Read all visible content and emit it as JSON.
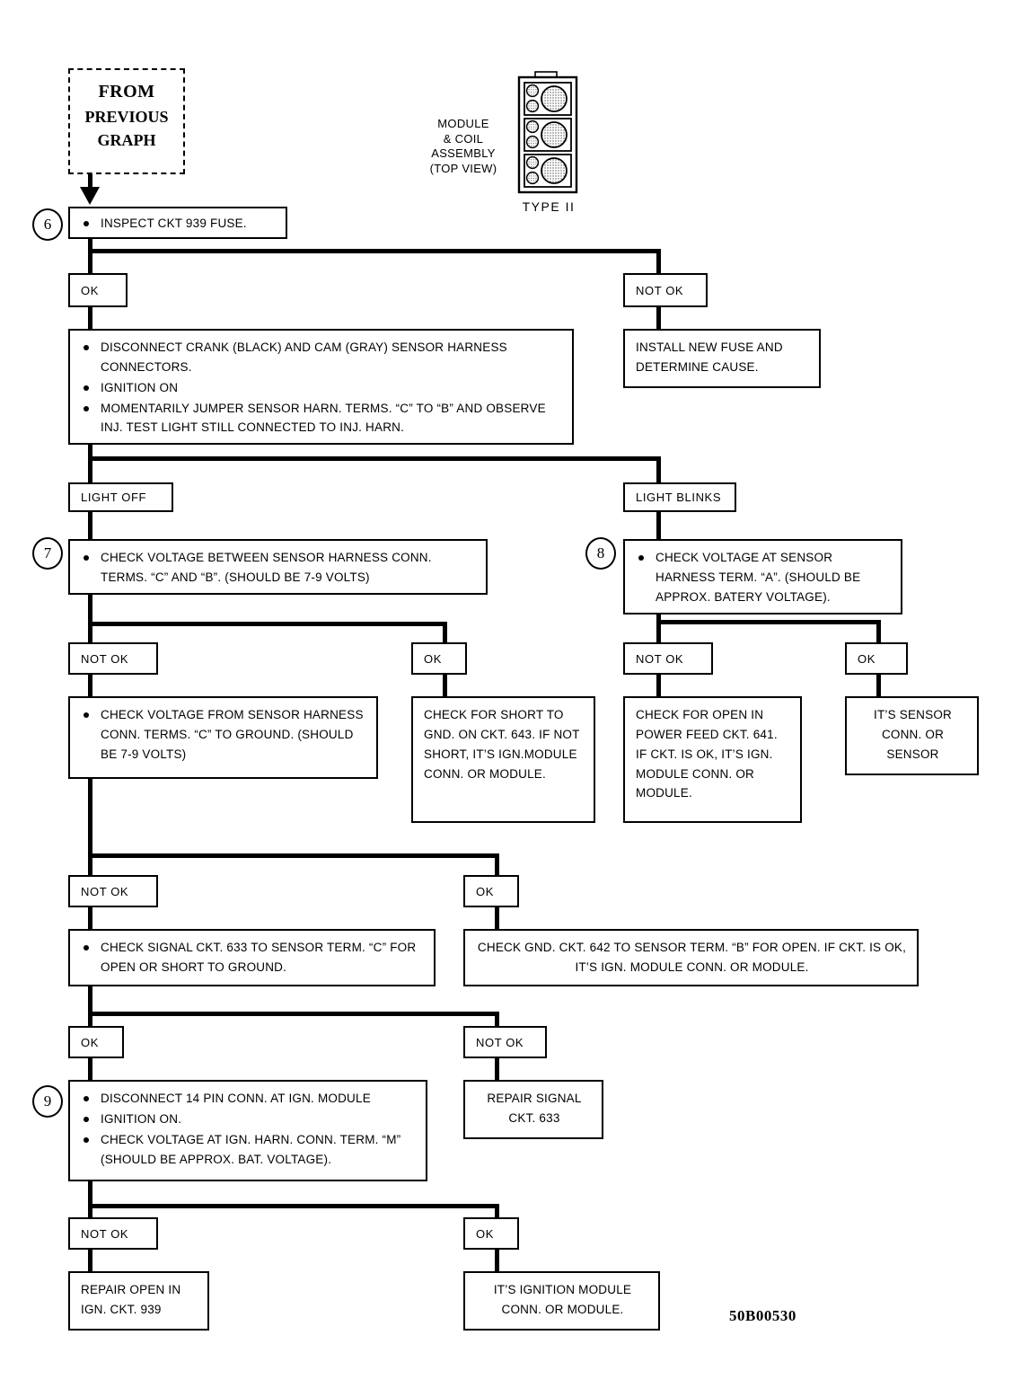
{
  "figure": {
    "code": "50B00530"
  },
  "entry": {
    "line1": "FROM",
    "line2": "PREVIOUS",
    "line3": "GRAPH"
  },
  "illustration": {
    "caption_line1": "MODULE",
    "caption_line2": "& COIL",
    "caption_line3": "ASSEMBLY",
    "caption_line4": "(TOP VIEW)",
    "type_label": "TYPE II"
  },
  "steps": {
    "s6": "6",
    "s7": "7",
    "s8": "8",
    "s9": "9"
  },
  "labels": {
    "ok": "OK",
    "not_ok": "NOT OK",
    "light_off": "LIGHT OFF",
    "light_blinks": "LIGHT BLINKS"
  },
  "nodes": {
    "inspect_fuse": {
      "bullets": [
        "INSPECT CKT 939 FUSE."
      ]
    },
    "install_fuse": {
      "line1": "INSTALL NEW FUSE AND",
      "line2": "DETERMINE CAUSE."
    },
    "disconnect_sensors": {
      "bullets": [
        "DISCONNECT CRANK (BLACK) AND CAM (GRAY) SENSOR HARNESS CONNECTORS.",
        "IGNITION ON",
        "MOMENTARILY JUMPER  SENSOR HARN. TERMS. “C” TO “B” AND OBSERVE INJ. TEST LIGHT STILL CONNECTED TO INJ. HARN."
      ]
    },
    "check_voltage_cb": {
      "bullets": [
        "CHECK VOLTAGE BETWEEN SENSOR HARNESS CONN. TERMS. “C” AND “B”. (SHOULD BE 7-9 VOLTS)"
      ]
    },
    "check_voltage_a": {
      "bullets": [
        "CHECK VOLTAGE AT  SENSOR HARNESS TERM. “A”. (SHOULD BE APPROX. BATERY VOLTAGE)."
      ]
    },
    "check_voltage_ground": {
      "bullets": [
        "CHECK VOLTAGE FROM  SENSOR HARNESS CONN. TERMS. “C” TO GROUND.  (SHOULD BE 7-9 VOLTS)"
      ]
    },
    "check_short_643": {
      "text": "CHECK FOR SHORT TO GND.  ON CKT. 643. IF NOT SHORT, IT’S IGN.MODULE CONN. OR MODULE."
    },
    "check_open_641": {
      "text": "CHECK FOR OPEN IN POWER FEED CKT. 641. IF CKT. IS OK, IT’S IGN. MODULE CONN. OR MODULE."
    },
    "its_sensor": {
      "line1": "IT’S  SENSOR",
      "line2": "CONN. OR",
      "line3": "SENSOR"
    },
    "check_signal_633": {
      "bullets": [
        "CHECK SIGNAL CKT. 633 TO SENSOR TERM. “C” FOR OPEN OR SHORT TO GROUND."
      ]
    },
    "check_gnd_642": {
      "text": "CHECK GND. CKT. 642 TO  SENSOR TERM. “B” FOR OPEN. IF CKT. IS OK, IT’S IGN. MODULE CONN. OR MODULE."
    },
    "disconnect_14pin": {
      "bullets": [
        "DISCONNECT 14 PIN CONN. AT IGN. MODULE",
        "IGNITION ON.",
        "CHECK VOLTAGE AT IGN. HARN. CONN. TERM. “M” (SHOULD BE APPROX. BAT. VOLTAGE)."
      ]
    },
    "repair_signal_633": {
      "line1": "REPAIR SIGNAL",
      "line2": "CKT. 633"
    },
    "repair_open_939": {
      "line1": "REPAIR OPEN IN",
      "line2": "IGN. CKT. 939"
    },
    "its_ignition_module": {
      "line1": "IT’S IGNITION MODULE",
      "line2": "CONN. OR MODULE."
    }
  }
}
